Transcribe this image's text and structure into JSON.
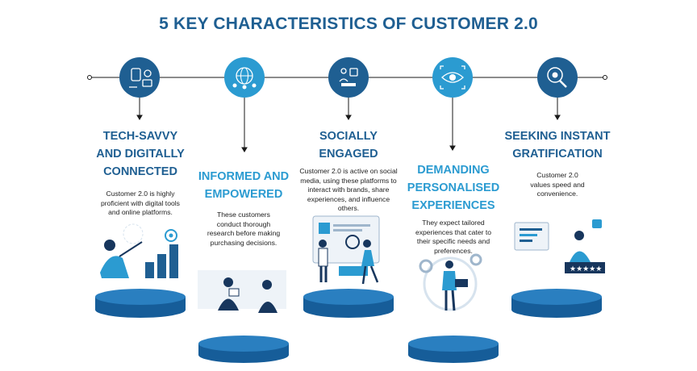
{
  "title": "5 KEY CHARACTERISTICS OF CUSTOMER 2.0",
  "characteristics": [
    {
      "heading_lines": [
        "TECH-SAVVY",
        "AND DIGITALLY",
        "CONNECTED"
      ],
      "description": "Customer 2.0 is highly proficient with digital tools and online platforms.",
      "icon": "tech-devices-icon",
      "illustration": "person-with-bar-chart-illustration"
    },
    {
      "heading_lines": [
        "INFORMED AND",
        "EMPOWERED"
      ],
      "description": "These customers conduct thorough research before making purchasing decisions.",
      "icon": "network-people-icon",
      "illustration": "people-reading-documents-illustration"
    },
    {
      "heading_lines": [
        "SOCIALLY",
        "ENGAGED"
      ],
      "description": "Customer 2.0 is active on social media, using these platforms to interact with brands, share experiences, and influence others.",
      "icon": "social-network-icon",
      "illustration": "people-browsing-profiles-illustration"
    },
    {
      "heading_lines": [
        "DEMANDING",
        "PERSONALISED",
        "EXPERIENCES"
      ],
      "description": "They expect tailored experiences that cater to their specific needs and preferences.",
      "icon": "eye-target-icon",
      "illustration": "person-with-laptop-gears-illustration"
    },
    {
      "heading_lines": [
        "SEEKING INSTANT",
        "GRATIFICATION"
      ],
      "description": "Customer 2.0 values speed and convenience.",
      "icon": "magnifier-gear-icon",
      "illustration": "person-with-ratings-illustration"
    }
  ],
  "colors": {
    "dark_blue": "#1f5f92",
    "light_blue": "#2b9bd1",
    "navy": "#17365d",
    "podium_top": "#2a7fc0",
    "podium_side": "#165d99"
  }
}
